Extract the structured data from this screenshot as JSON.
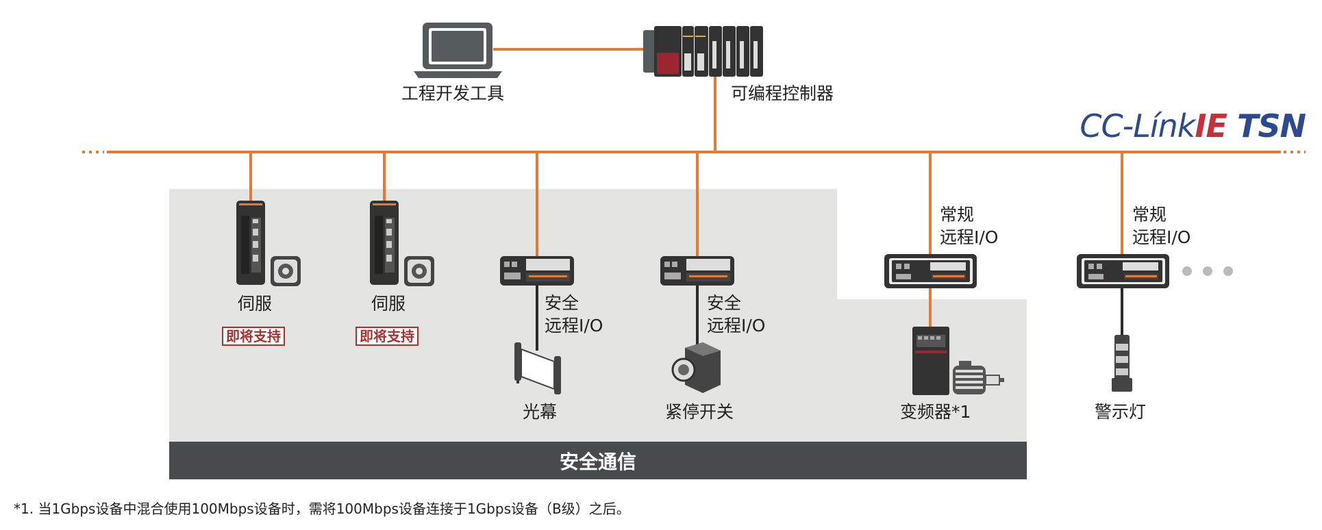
{
  "labels": {
    "eng_tool": "工程开发工具",
    "plc": "可编程控制器",
    "servo1": "伺服",
    "servo2": "伺服",
    "coming1": "即将支持",
    "coming2": "即将支持",
    "safety_io1_l1": "安全",
    "safety_io1_l2": "远程I/O",
    "safety_io2_l1": "安全",
    "safety_io2_l2": "远程I/O",
    "light_curtain": "光幕",
    "estop": "紧停开关",
    "std_io1_l1": "常规",
    "std_io1_l2": "远程I/O",
    "std_io2_l1": "常规",
    "std_io2_l2": "远程I/O",
    "inverter": "变频器*1",
    "warning_light": "警示灯"
  },
  "brand": {
    "part1": "CC-Línk",
    "part2": "IE",
    "part3": " TSN"
  },
  "safety_bar": "安全通信",
  "footnote": "*1.   当1Gbps设备中混合使用100Mbps设备时，需将100Mbps设备连接于1Gbps设备（B级）之后。",
  "colors": {
    "network": "#e07b39",
    "safety_zone": "#e4e4e2",
    "safety_bar": "#474b4c",
    "badge": "#a83232"
  }
}
